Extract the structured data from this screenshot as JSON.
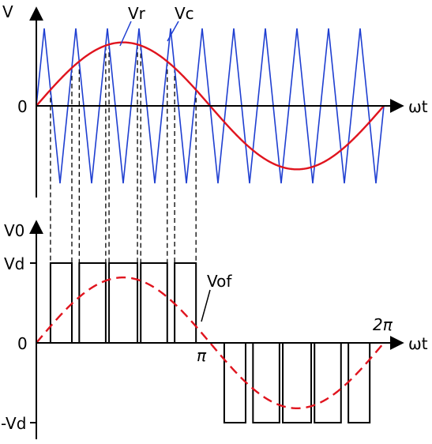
{
  "labels": {
    "v_axis": "V",
    "v0_axis": "V0",
    "wt_top": "ωt",
    "wt_bottom": "ωt",
    "zero_top": "0",
    "zero_bottom": "0",
    "vd": "Vd",
    "neg_vd": "-Vd",
    "vr": "Vr",
    "vc": "Vc",
    "vof": "Vof",
    "pi": "π",
    "two_pi": "2π"
  },
  "colors": {
    "carrier": "#1f3fd1",
    "reference": "#e0141e",
    "axes": "#000000"
  },
  "model": {
    "carrier_cycles": 11,
    "reference_amplitude": 0.82,
    "fundamental_amplitude": 0.82
  }
}
